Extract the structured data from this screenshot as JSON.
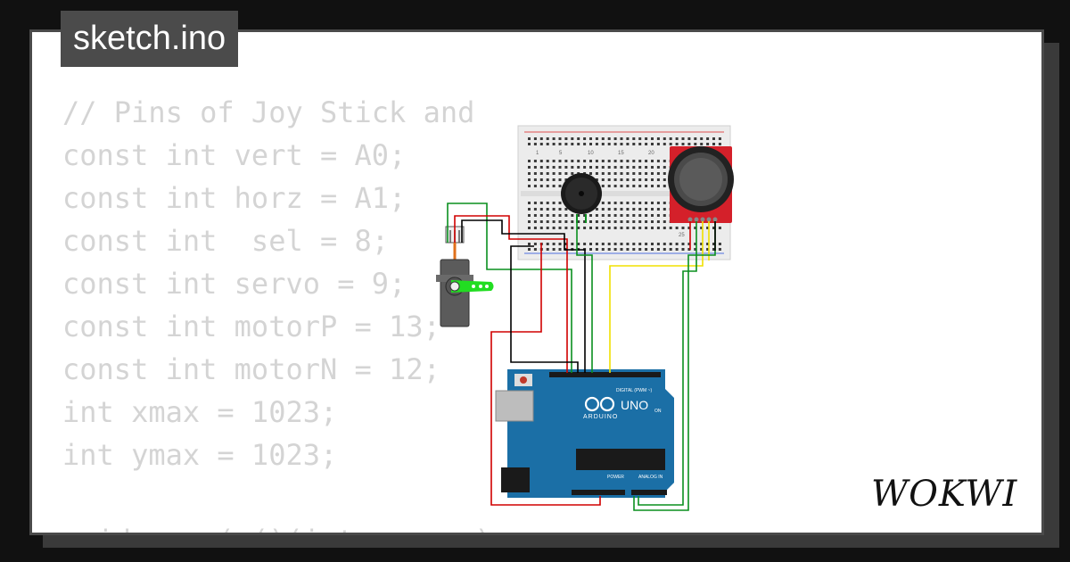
{
  "tab": {
    "filename": "sketch.ino"
  },
  "code": {
    "lines": [
      "// Pins of Joy Stick and",
      "const int vert = A0;",
      "const int horz = A1;",
      "const int  sel = 8;",
      "const int servo = 9;",
      "const int motorP = 13;",
      "const int motorN = 12;",
      "int xmax = 1023;",
      "int ymax = 1023;",
      "",
      "void   up( ()(int  ...  )"
    ]
  },
  "board": {
    "brand": "ARDUINO",
    "model": "UNO",
    "digital_label": "DIGITAL (PWM ~)",
    "analog_label": "ANALOG IN",
    "power_label": "POWER",
    "on_label": "ON"
  },
  "breadboard": {
    "numbers": [
      "1",
      "5",
      "10",
      "15",
      "20",
      "25"
    ]
  },
  "brand": {
    "logo": "WOKWI"
  },
  "colors": {
    "wire_red": "#d00000",
    "wire_green": "#0a8f1f",
    "wire_black": "#000000",
    "wire_yellow": "#f0e000",
    "board_blue": "#1b6fa6",
    "joystick_red": "#d4202a",
    "servo_horn": "#22dd22"
  },
  "icons": [
    "arduino-infinity-icon"
  ]
}
